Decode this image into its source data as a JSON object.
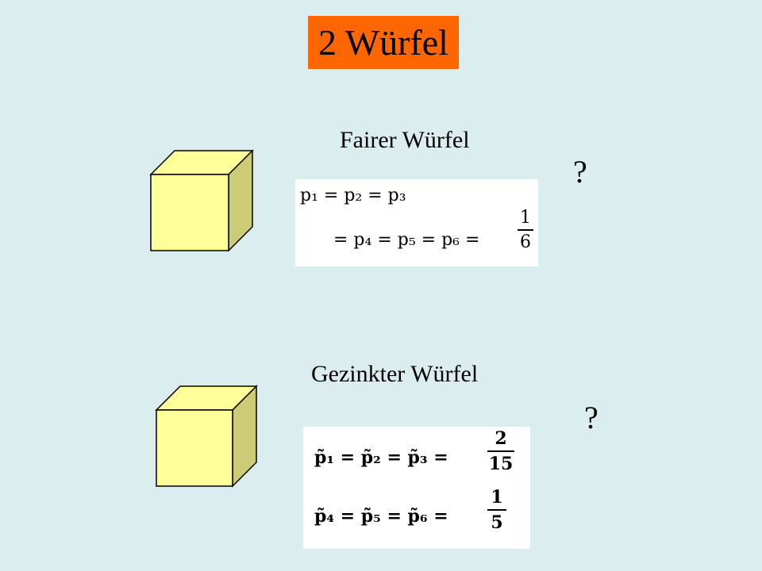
{
  "title": "2 Würfel",
  "fair": {
    "label": "Fairer Würfel",
    "question": "?",
    "line1": "p₁ = p₂ = p₃",
    "line2": "= p₄ = p₅ = p₆ =",
    "frac_num": "1",
    "frac_den": "6"
  },
  "loaded": {
    "label": "Gezinkter Würfel",
    "question": "?",
    "line1": "p̃₁ = p̃₂ = p̃₃ =",
    "line1_num": "2",
    "line1_den": "15",
    "line2": "p̃₄ = p̃₅ = p̃₆ =",
    "line2_num": "1",
    "line2_den": "5"
  },
  "colors": {
    "background": "#dcedf0",
    "title_box": "#ff6600",
    "cube_front": "#ffff99",
    "cube_side": "#cccc77"
  }
}
